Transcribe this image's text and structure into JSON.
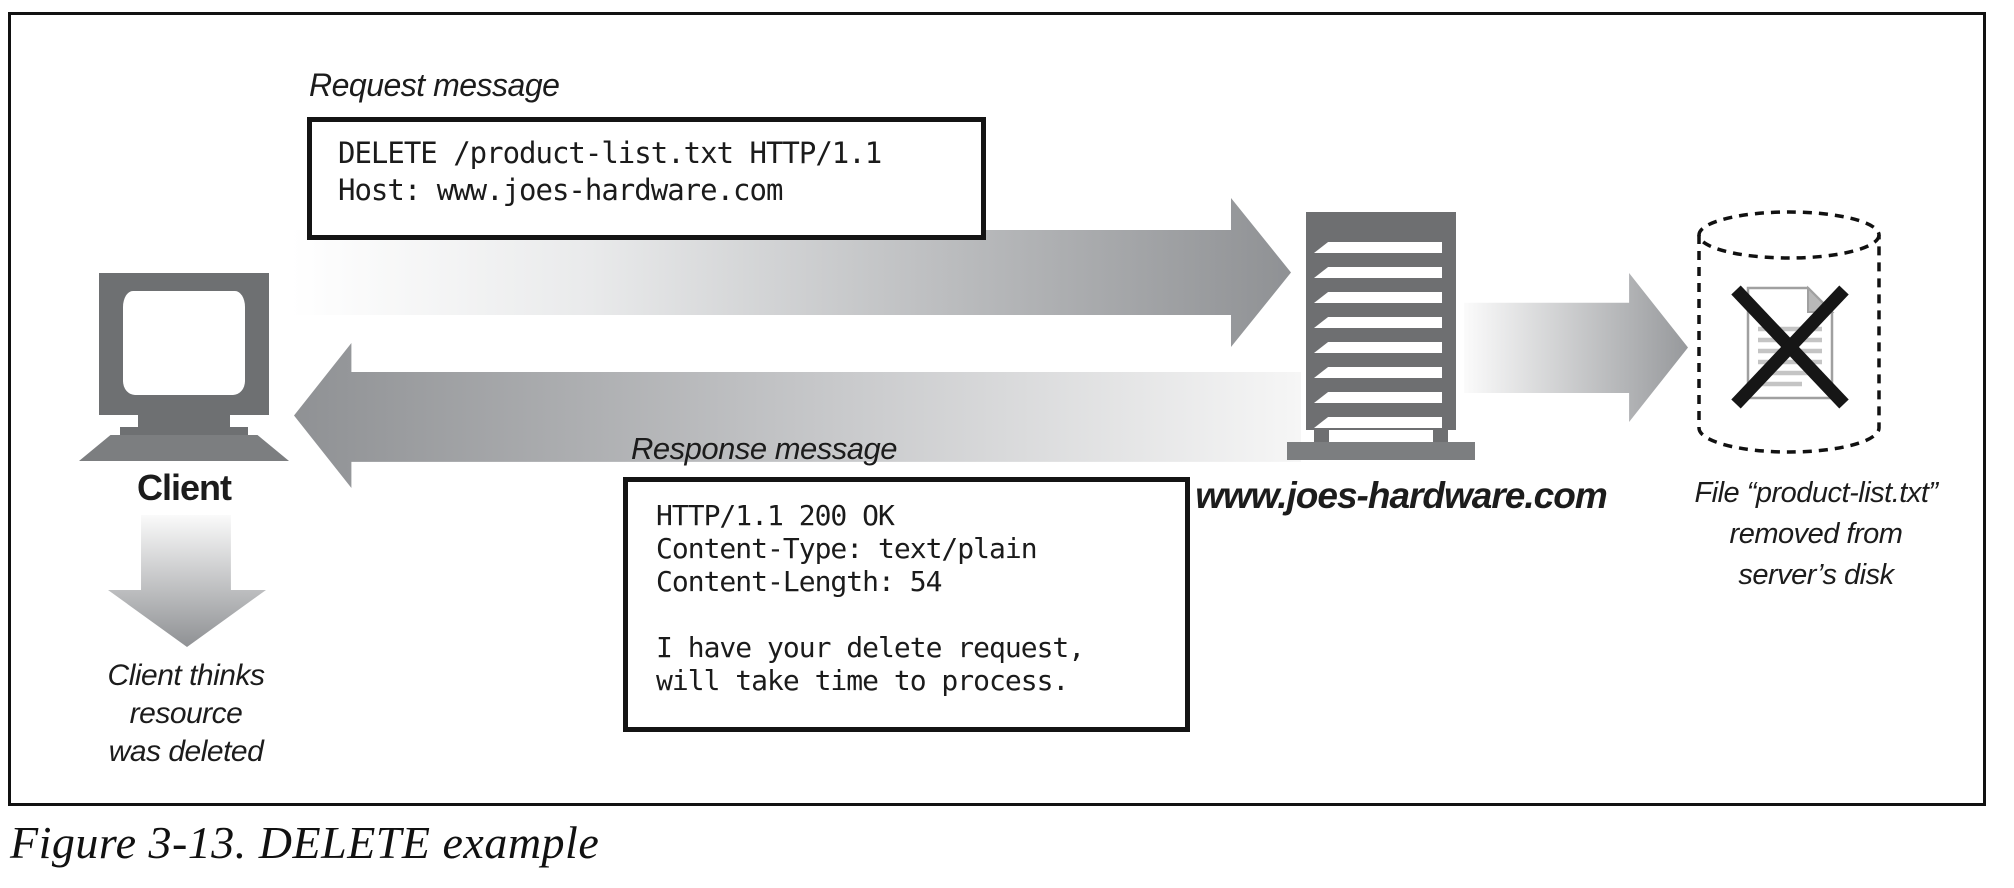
{
  "figure": {
    "caption": "Figure 3-13. DELETE example"
  },
  "request": {
    "label": "Request message",
    "message": "DELETE /product-list.txt HTTP/1.1\nHost: www.joes-hardware.com"
  },
  "response": {
    "label": "Response message",
    "message": "HTTP/1.1 200 OK\nContent-Type: text/plain\nContent-Length: 54\n\nI have your delete request,\nwill take time to process."
  },
  "client": {
    "label": "Client",
    "thought": "Client thinks\nresource\nwas deleted"
  },
  "server": {
    "label": "www.joes-hardware.com"
  },
  "disk": {
    "label": "File “product-list.txt”\nremoved from\nserver’s disk"
  },
  "colors": {
    "icon_gray": "#6e7072",
    "base_gray": "#7c7e80",
    "arrow_gray": "#8f9194",
    "box_border": "#141414"
  }
}
